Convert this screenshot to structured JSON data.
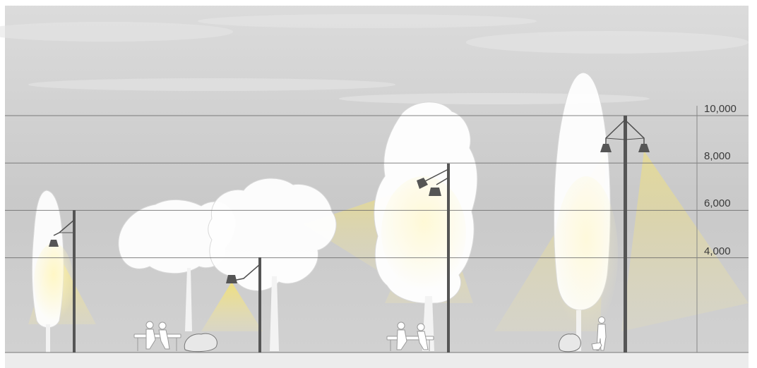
{
  "height_scale": {
    "unit": "mm",
    "ticks": [
      {
        "value": 10000,
        "label": "10,000"
      },
      {
        "value": 8000,
        "label": "8,000"
      },
      {
        "value": 6000,
        "label": "6,000"
      },
      {
        "value": 4000,
        "label": "4,000"
      }
    ]
  },
  "poles": [
    {
      "id": "pole-1",
      "height": 6000,
      "arms": 1
    },
    {
      "id": "pole-2",
      "height": 4000,
      "arms": 1
    },
    {
      "id": "pole-3",
      "height": 8000,
      "arms": 2
    },
    {
      "id": "pole-4",
      "height": 10000,
      "arms": 2
    }
  ],
  "colors": {
    "sky": "#cfcfcf",
    "ground": "#ececec",
    "grid": "#666666",
    "pole": "#555555",
    "light": "#f4e27a",
    "tree": "#ffffff"
  }
}
